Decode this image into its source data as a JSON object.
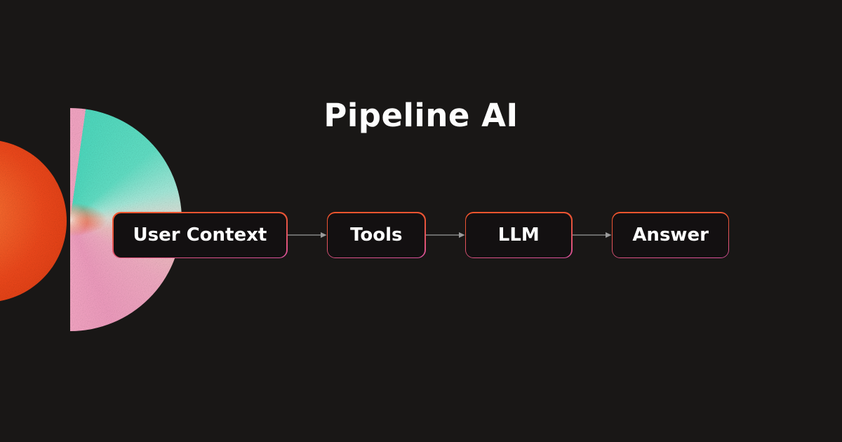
{
  "title": "Pipeline AI",
  "flow": {
    "nodes": [
      {
        "label": "User Context"
      },
      {
        "label": "Tools"
      },
      {
        "label": "LLM"
      },
      {
        "label": "Answer"
      }
    ]
  },
  "colors": {
    "background": "#191716",
    "node_fill": "#131011",
    "node_border_top": "#f4552c",
    "node_border_bottom": "#d9529d",
    "arrow": "#9b9b9b",
    "graphic_teal": "#4fdec2",
    "graphic_pink": "#f6aec6",
    "graphic_orange": "#f2491b"
  }
}
